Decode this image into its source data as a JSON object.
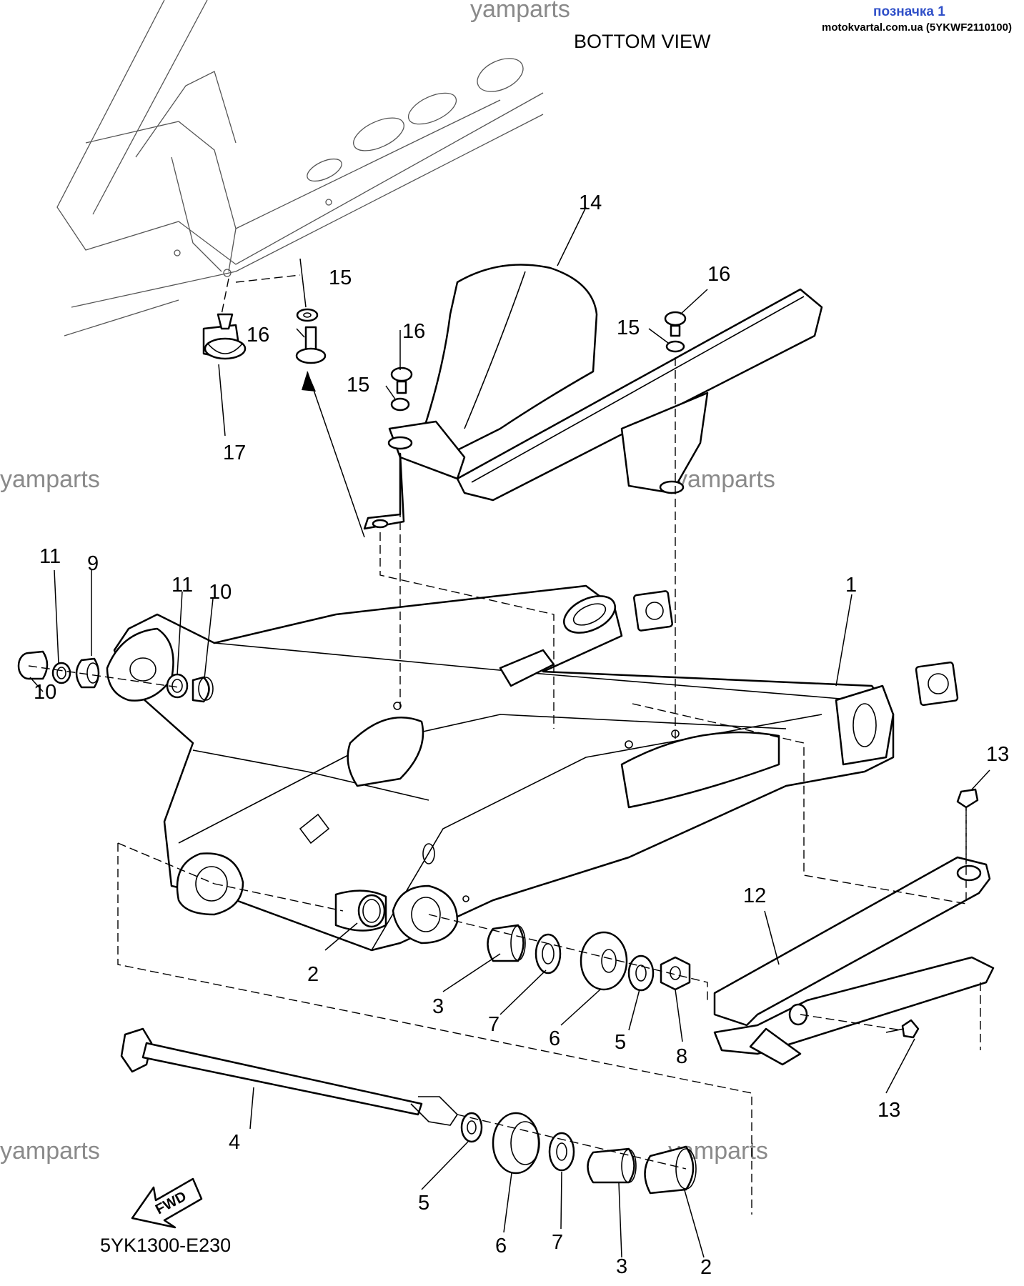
{
  "header": {
    "view_caption": "BOTTOM VIEW",
    "bookmark_title": "позначка 1",
    "bookmark_source": "motokvartal.com.ua (5YKWF2110100)"
  },
  "watermark": "yamparts",
  "diagram_code": "5YK1300-E230",
  "fwd_label": "FWD",
  "callouts": [
    "1",
    "2",
    "2",
    "3",
    "3",
    "4",
    "5",
    "5",
    "6",
    "6",
    "7",
    "7",
    "8",
    "9",
    "10",
    "10",
    "11",
    "11",
    "12",
    "13",
    "13",
    "14",
    "15",
    "15",
    "15",
    "16",
    "16",
    "16",
    "17"
  ]
}
